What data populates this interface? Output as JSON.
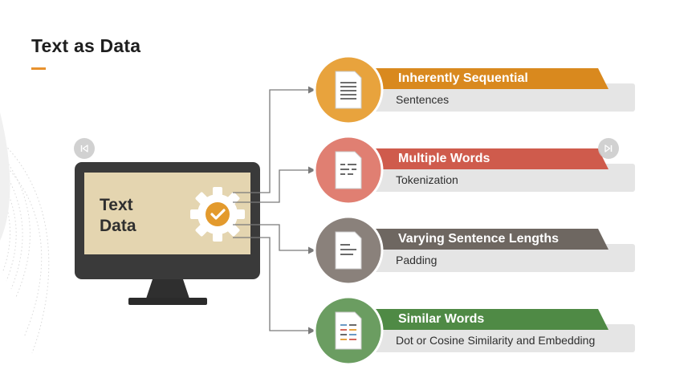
{
  "slide": {
    "title": "Text as Data"
  },
  "monitor": {
    "label": "Text\nData"
  },
  "items": [
    {
      "title": "Inherently Sequential",
      "subtitle": "Sentences",
      "color": "#d9891e",
      "circle": "#e8a33d"
    },
    {
      "title": "Multiple Words",
      "subtitle": "Tokenization",
      "color": "#cf5b4c",
      "circle": "#e07f72"
    },
    {
      "title": "Varying Sentence Lengths",
      "subtitle": "Padding",
      "color": "#6e6761",
      "circle": "#8a817b"
    },
    {
      "title": "Similar Words",
      "subtitle": "Dot or Cosine Similarity and Embedding",
      "color": "#4f8a45",
      "circle": "#6b9d61"
    }
  ],
  "icons": {
    "prev": "skip-back-icon",
    "next": "skip-forward-icon",
    "gear": "gear-check-icon",
    "doc": "document-icon"
  }
}
